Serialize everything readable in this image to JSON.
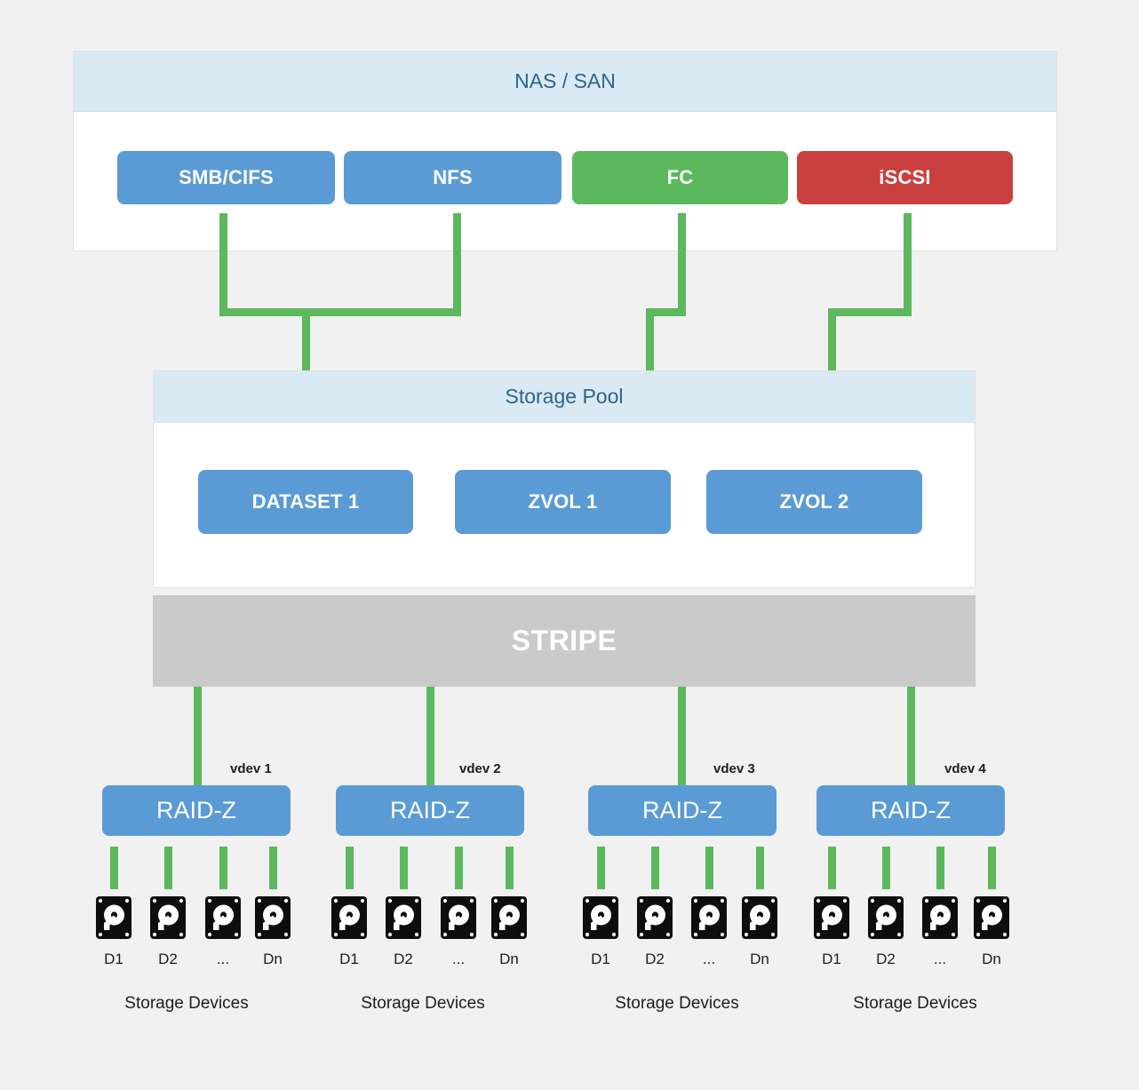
{
  "background": "#f1f1f1",
  "colors": {
    "blue": "#5b9bd5",
    "green": "#5cb85c",
    "red": "#c9403f",
    "gray": "#cacaca",
    "header_bg": "#d9eaf4",
    "header_text": "#2e6389"
  },
  "nas_san": {
    "title": "NAS / SAN",
    "protocols": [
      {
        "label": "SMB/CIFS",
        "color": "#5b9bd5"
      },
      {
        "label": "NFS",
        "color": "#5b9bd5"
      },
      {
        "label": "FC",
        "color": "#5cb85c"
      },
      {
        "label": "iSCSI",
        "color": "#c9403f"
      }
    ]
  },
  "storage_pool": {
    "title": "Storage Pool",
    "datasets": [
      {
        "label": "DATASET 1"
      },
      {
        "label": "ZVOL 1"
      },
      {
        "label": "ZVOL 2"
      }
    ],
    "stripe_label": "STRIPE"
  },
  "vdevs": [
    {
      "name": "vdev 1",
      "raid_label": "RAID-Z",
      "devices_label": "Storage Devices",
      "disks": [
        "D1",
        "D2",
        "...",
        "Dn"
      ]
    },
    {
      "name": "vdev 2",
      "raid_label": "RAID-Z",
      "devices_label": "Storage Devices",
      "disks": [
        "D1",
        "D2",
        "...",
        "Dn"
      ]
    },
    {
      "name": "vdev 3",
      "raid_label": "RAID-Z",
      "devices_label": "Storage Devices",
      "disks": [
        "D1",
        "D2",
        "...",
        "Dn"
      ]
    },
    {
      "name": "vdev 4",
      "raid_label": "RAID-Z",
      "devices_label": "Storage Devices",
      "disks": [
        "D1",
        "D2",
        "...",
        "Dn"
      ]
    }
  ],
  "icons": {
    "disk": "hard-disk-icon"
  }
}
